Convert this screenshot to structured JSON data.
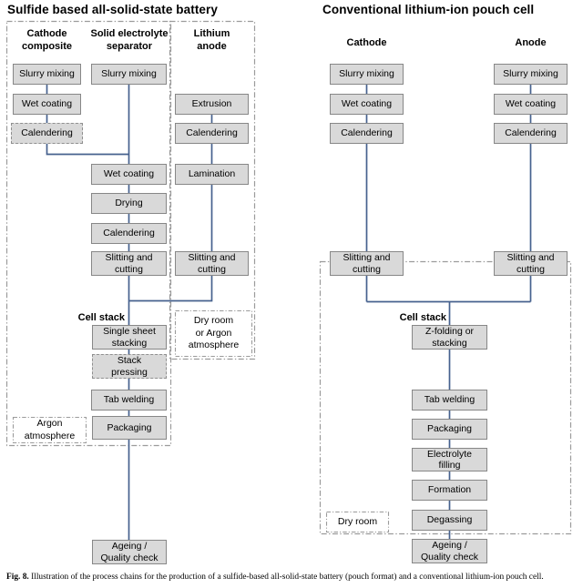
{
  "left": {
    "title": "Sulfide based all-solid-state battery",
    "headers": {
      "col1": "Cathode\ncomposite",
      "col2": "Solid electrolyte\nseparator",
      "col3": "Lithium\nanode"
    },
    "col1": {
      "slurry": "Slurry mixing",
      "wet": "Wet coating",
      "calendering": "Calendering"
    },
    "col2": {
      "slurry": "Slurry mixing",
      "wet": "Wet coating",
      "drying": "Drying",
      "calendering": "Calendering",
      "slitting": "Slitting and\ncutting"
    },
    "col3": {
      "extrusion": "Extrusion",
      "calendering": "Calendering",
      "lamination": "Lamination",
      "slitting": "Slitting and\ncutting"
    },
    "cell_stack_label": "Cell stack",
    "stack": {
      "single_sheet": "Single sheet\nstacking",
      "stack_pressing": "Stack\npressing",
      "tab_welding": "Tab welding",
      "packaging": "Packaging",
      "ageing": "Ageing /\nQuality check"
    },
    "annotations": {
      "dry_room_argon": "Dry room\nor Argon\natmosphere",
      "argon": "Argon\natmosphere"
    }
  },
  "right": {
    "title": "Conventional lithium-ion pouch cell",
    "headers": {
      "cathode": "Cathode",
      "anode": "Anode"
    },
    "cathode": {
      "slurry": "Slurry mixing",
      "wet": "Wet coating",
      "calendering": "Calendering",
      "slitting": "Slitting and\ncutting"
    },
    "anode": {
      "slurry": "Slurry mixing",
      "wet": "Wet coating",
      "calendering": "Calendering",
      "slitting": "Slitting and\ncutting"
    },
    "cell_stack_label": "Cell stack",
    "stack": {
      "zfolding": "Z-folding or\nstacking",
      "tab_welding": "Tab welding",
      "packaging": "Packaging",
      "electrolyte": "Electrolyte\nfilling",
      "formation": "Formation",
      "degassing": "Degassing",
      "ageing": "Ageing /\nQuality check"
    },
    "annotations": {
      "dry_room": "Dry room"
    }
  },
  "caption": {
    "label": "Fig. 8.",
    "text": "Illustration of the process chains for the production of a sulfide-based all-solid-state battery (pouch format) and a conventional lithium-ion pouch cell."
  },
  "colors": {
    "box_fill": "#d9d9d9",
    "box_border": "#878787",
    "connector_blue": "#46618e",
    "frame_gray": "#9b9b9b"
  }
}
